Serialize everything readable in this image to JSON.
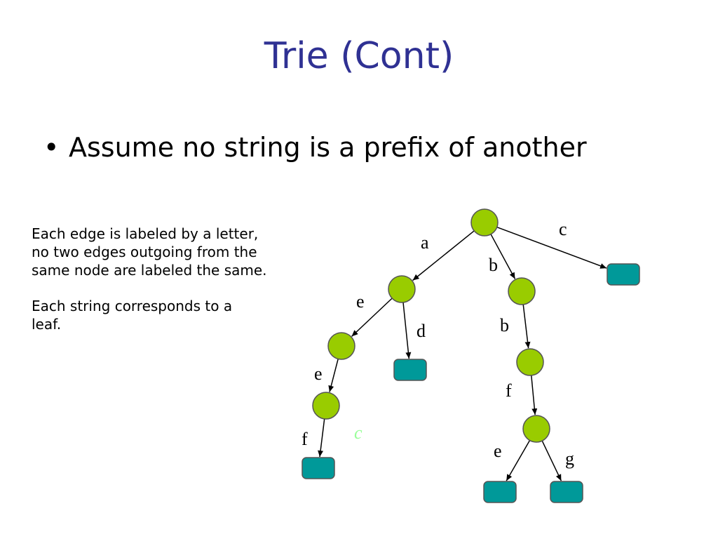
{
  "slide": {
    "title": "Trie (Cont)",
    "bullet": "Assume no string is a prefix of another",
    "bullet_marker": "•",
    "paragraphs": [
      "Each edge is labeled by a letter,\nno two edges outgoing from the\nsame node are labeled the same.",
      "Each string corresponds to a\nleaf."
    ]
  },
  "colors": {
    "title": "#2f3193",
    "internal_node": "#99cc00",
    "leaf_node": "#009999",
    "faint_label": "#99ff99"
  },
  "trie": {
    "nodes": [
      {
        "id": "root",
        "kind": "internal"
      },
      {
        "id": "a",
        "kind": "internal"
      },
      {
        "id": "b",
        "kind": "internal"
      },
      {
        "id": "c",
        "kind": "leaf"
      },
      {
        "id": "ae",
        "kind": "internal"
      },
      {
        "id": "ad",
        "kind": "leaf"
      },
      {
        "id": "aee",
        "kind": "internal"
      },
      {
        "id": "aeef",
        "kind": "leaf"
      },
      {
        "id": "bb",
        "kind": "internal"
      },
      {
        "id": "bbf",
        "kind": "internal"
      },
      {
        "id": "bbfe",
        "kind": "leaf"
      },
      {
        "id": "bbfg",
        "kind": "leaf"
      }
    ],
    "edges": [
      {
        "from": "root",
        "to": "a",
        "label": "a"
      },
      {
        "from": "root",
        "to": "b",
        "label": "b"
      },
      {
        "from": "root",
        "to": "c",
        "label": "c"
      },
      {
        "from": "a",
        "to": "ae",
        "label": "e"
      },
      {
        "from": "a",
        "to": "ad",
        "label": "d"
      },
      {
        "from": "ae",
        "to": "aee",
        "label": "e"
      },
      {
        "from": "aee",
        "to": "aeef",
        "label": "f"
      },
      {
        "from": "b",
        "to": "bb",
        "label": "b"
      },
      {
        "from": "bb",
        "to": "bbf",
        "label": "f"
      },
      {
        "from": "bbf",
        "to": "bbfe",
        "label": "e"
      },
      {
        "from": "bbf",
        "to": "bbfg",
        "label": "g"
      }
    ],
    "faint_label": "c"
  }
}
